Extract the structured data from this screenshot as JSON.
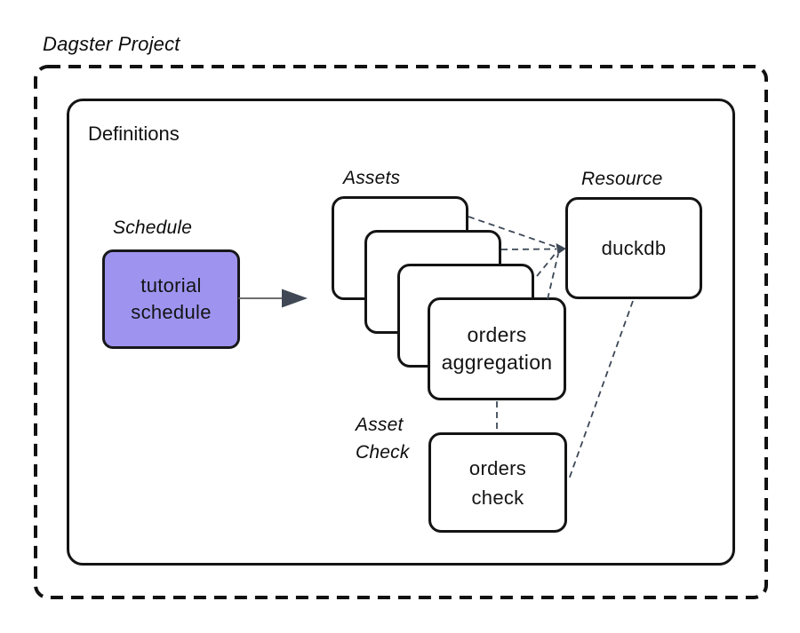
{
  "title": "Dagster Project",
  "definitions": {
    "label": "Definitions"
  },
  "schedule": {
    "label": "Schedule",
    "node": {
      "lines": [
        "tutorial",
        "schedule"
      ]
    }
  },
  "assets": {
    "label": "Assets",
    "stack_count": 4,
    "front_node": {
      "lines": [
        "orders",
        "aggregation"
      ]
    }
  },
  "resource": {
    "label": "Resource",
    "node": {
      "lines": [
        "duckdb"
      ]
    }
  },
  "asset_check": {
    "label_lines": [
      "Asset",
      "Check"
    ],
    "node": {
      "lines": [
        "orders",
        "check"
      ]
    }
  },
  "colors": {
    "background": "#ffffff",
    "box_border": "#141414",
    "schedule_node_fill": "#9e94f0",
    "connector_dashed": "#3d4857",
    "arrow_head": "#3f4854"
  }
}
